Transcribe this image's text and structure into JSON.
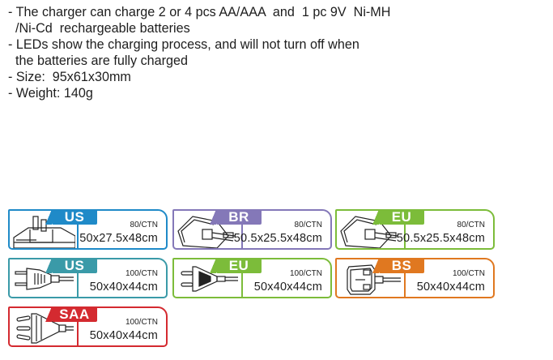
{
  "specs": [
    "- The charger can charge 2 or 4 pcs AA/AAA  and  1 pc 9V  Ni-MH",
    "  /Ni-Cd  rechargeable batteries",
    "- LEDs show the charging process, and will not turn off when",
    "  the batteries are fully charged",
    "- Size:  95x61x30mm",
    "- Weight: 140g"
  ],
  "cards": [
    {
      "label": "US",
      "ctn": "80/CTN",
      "dims": "50x27.5x48cm",
      "color": "#1f8ac8",
      "icon": "wall-adapter-us-icon"
    },
    {
      "label": "BR",
      "ctn": "80/CTN",
      "dims": "50.5x25.5x48cm",
      "color": "#8478b8",
      "icon": "wall-adapter-br-icon"
    },
    {
      "label": "EU",
      "ctn": "80/CTN",
      "dims": "50.5x25.5x48cm",
      "color": "#7cbc3a",
      "icon": "wall-adapter-eu-icon"
    },
    {
      "label": "US",
      "ctn": "100/CTN",
      "dims": "50x40x44cm",
      "color": "#3a9aa8",
      "icon": "us-plug-cord-icon"
    },
    {
      "label": "EU",
      "ctn": "100/CTN",
      "dims": "50x40x44cm",
      "color": "#7cbc3a",
      "icon": "eu-plug-cord-icon"
    },
    {
      "label": "BS",
      "ctn": "100/CTN",
      "dims": "50x40x44cm",
      "color": "#e07820",
      "icon": "bs-plug-cord-icon"
    },
    {
      "label": "SAA",
      "ctn": "100/CTN",
      "dims": "50x40x44cm",
      "color": "#d42a30",
      "icon": "saa-plug-cord-icon"
    }
  ]
}
